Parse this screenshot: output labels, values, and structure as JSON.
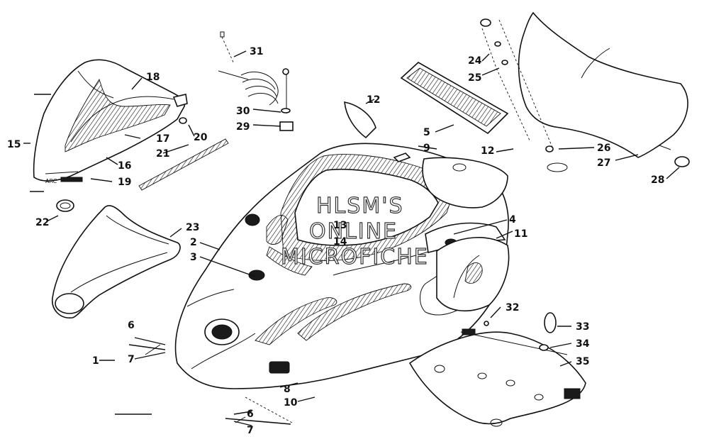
{
  "watermark": {
    "line1": "HLSM'S",
    "line2": "ONLINE",
    "line3": "MICROFICHE"
  },
  "callouts": [
    {
      "id": "c1",
      "text": "1"
    },
    {
      "id": "c2",
      "text": "2"
    },
    {
      "id": "c3",
      "text": "3"
    },
    {
      "id": "c4",
      "text": "4"
    },
    {
      "id": "c5",
      "text": "5"
    },
    {
      "id": "c6a",
      "text": "6"
    },
    {
      "id": "c6b",
      "text": "6"
    },
    {
      "id": "c7a",
      "text": "7"
    },
    {
      "id": "c7b",
      "text": "7"
    },
    {
      "id": "c8",
      "text": "8"
    },
    {
      "id": "c9",
      "text": "9"
    },
    {
      "id": "c10",
      "text": "10"
    },
    {
      "id": "c11",
      "text": "11"
    },
    {
      "id": "c12a",
      "text": "12"
    },
    {
      "id": "c12b",
      "text": "12"
    },
    {
      "id": "c13",
      "text": "13"
    },
    {
      "id": "c14",
      "text": "14"
    },
    {
      "id": "c15",
      "text": "15"
    },
    {
      "id": "c16",
      "text": "16"
    },
    {
      "id": "c17",
      "text": "17"
    },
    {
      "id": "c18",
      "text": "18"
    },
    {
      "id": "c19",
      "text": "19"
    },
    {
      "id": "c20",
      "text": "20"
    },
    {
      "id": "c21",
      "text": "21"
    },
    {
      "id": "c22",
      "text": "22"
    },
    {
      "id": "c23",
      "text": "23"
    },
    {
      "id": "c24",
      "text": "24"
    },
    {
      "id": "c25",
      "text": "25"
    },
    {
      "id": "c26",
      "text": "26"
    },
    {
      "id": "c27",
      "text": "27"
    },
    {
      "id": "c28",
      "text": "28"
    },
    {
      "id": "c29",
      "text": "29"
    },
    {
      "id": "c30",
      "text": "30"
    },
    {
      "id": "c31",
      "text": "31"
    },
    {
      "id": "c32",
      "text": "32"
    },
    {
      "id": "c33",
      "text": "33"
    },
    {
      "id": "c34",
      "text": "34"
    },
    {
      "id": "c35",
      "text": "35"
    }
  ],
  "decal_text": {
    "left_panel": "ARC"
  }
}
